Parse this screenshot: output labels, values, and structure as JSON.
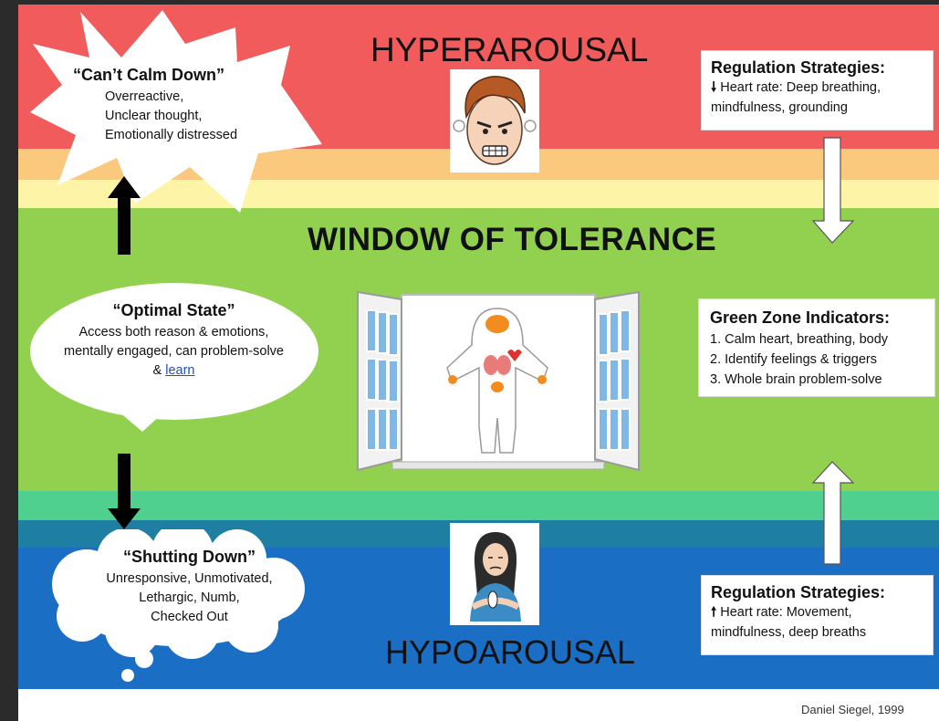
{
  "zones": {
    "hyperarousal": "HYPERAROUSAL",
    "window": "WINDOW OF TOLERANCE",
    "hypoarousal": "HYPOAROUSAL"
  },
  "bubbles": {
    "cant_calm_down": {
      "title": "“Can’t Calm Down”",
      "lines": [
        "Overreactive,",
        "Unclear thought,",
        "Emotionally distressed"
      ]
    },
    "optimal_state": {
      "title": "“Optimal State”",
      "lines": [
        "Access both reason & emotions,",
        "mentally engaged, can problem-solve"
      ],
      "last_prefix": "& ",
      "last_link": "learn"
    },
    "shutting_down": {
      "title": "“Shutting Down”",
      "lines": [
        "Unresponsive, Unmotivated,",
        "Lethargic, Numb,",
        "Checked Out"
      ]
    }
  },
  "regulation_top": {
    "title": "Regulation Strategies:",
    "arrow": "🠗",
    "line1": "Heart rate: Deep breathing,",
    "line2": "mindfulness, grounding"
  },
  "regulation_bottom": {
    "title": "Regulation Strategies:",
    "arrow": "🠕",
    "line1": "Heart rate: Movement,",
    "line2": "mindfulness, deep breaths"
  },
  "green_zone": {
    "title": "Green Zone Indicators:",
    "items": [
      "1. Calm heart, breathing, body",
      "2. Identify feelings & triggers",
      "3. Whole brain problem-solve"
    ]
  },
  "credit": "Daniel Siegel, 1999",
  "colors": {
    "hyper_red": "#f15b5b",
    "orange": "#fbc97d",
    "yellow": "#fdf4a8",
    "green": "#91d14f",
    "teal": "#4fd08e",
    "dark_teal": "#1f7fa3",
    "hypo_blue": "#1a6fc4"
  },
  "icons": {
    "angry_face": "angry-face-icon",
    "sad_person": "sad-person-icon",
    "window_body": "window-body-icon"
  }
}
